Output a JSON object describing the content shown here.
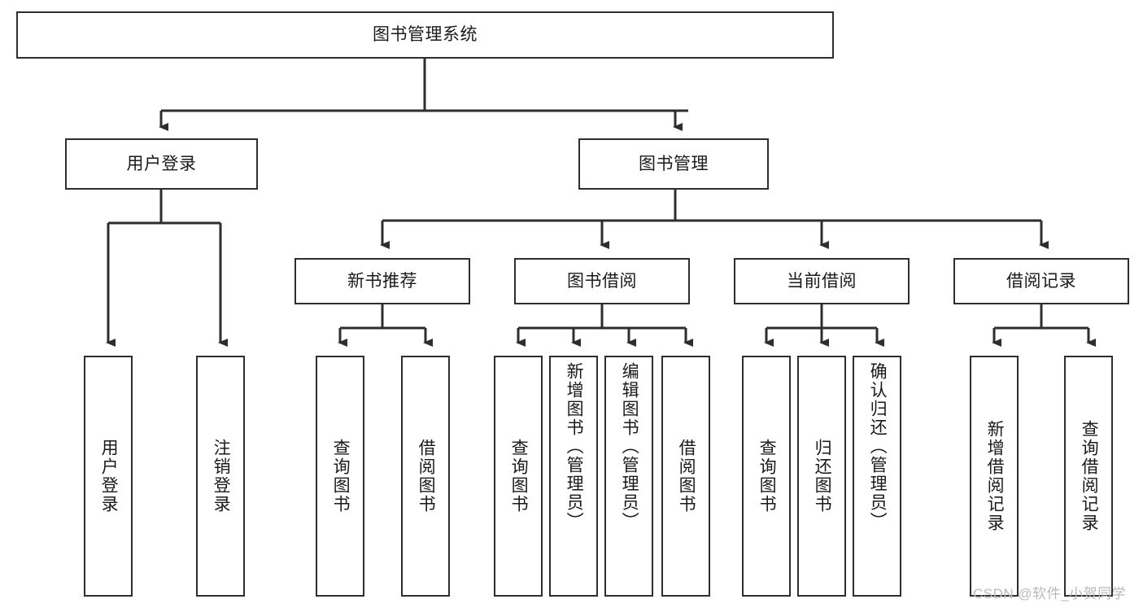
{
  "diagram": {
    "type": "tree-hierarchy",
    "title": "图书管理系统",
    "root": {
      "label": "图书管理系统",
      "orientation": "horizontal"
    },
    "level1": [
      {
        "label": "用户登录",
        "orientation": "horizontal"
      },
      {
        "label": "图书管理",
        "orientation": "horizontal"
      }
    ],
    "level2": [
      {
        "label": "新书推荐",
        "orientation": "horizontal",
        "parent": "图书管理"
      },
      {
        "label": "图书借阅",
        "orientation": "horizontal",
        "parent": "图书管理"
      },
      {
        "label": "当前借阅",
        "orientation": "horizontal",
        "parent": "图书管理"
      },
      {
        "label": "借阅记录",
        "orientation": "horizontal",
        "parent": "图书管理"
      }
    ],
    "leaves": {
      "user_login": [
        {
          "label": "用户登录",
          "orientation": "vertical"
        },
        {
          "label": "注销登录",
          "orientation": "vertical"
        }
      ],
      "new_book_recommend": [
        {
          "label": "查询图书",
          "orientation": "vertical"
        },
        {
          "label": "借阅图书",
          "orientation": "vertical"
        }
      ],
      "book_borrow": [
        {
          "label": "查询图书",
          "orientation": "vertical"
        },
        {
          "label": "新增图书（管理员）",
          "orientation": "vertical"
        },
        {
          "label": "编辑图书（管理员）",
          "orientation": "vertical"
        },
        {
          "label": "借阅图书",
          "orientation": "vertical"
        }
      ],
      "current_borrow": [
        {
          "label": "查询图书",
          "orientation": "vertical"
        },
        {
          "label": "归还图书",
          "orientation": "vertical"
        },
        {
          "label": "确认归还（管理员）",
          "orientation": "vertical"
        }
      ],
      "borrow_record": [
        {
          "label": "新增借阅记录",
          "orientation": "vertical"
        },
        {
          "label": "查询借阅记录",
          "orientation": "vertical"
        }
      ]
    },
    "colors": {
      "stroke": "#2e2e2e",
      "fill": "#ffffff",
      "text": "#1a1a1a",
      "watermark": "#b9b9b9"
    }
  },
  "watermark": {
    "text": "CSDN @软件_小贺同学"
  }
}
